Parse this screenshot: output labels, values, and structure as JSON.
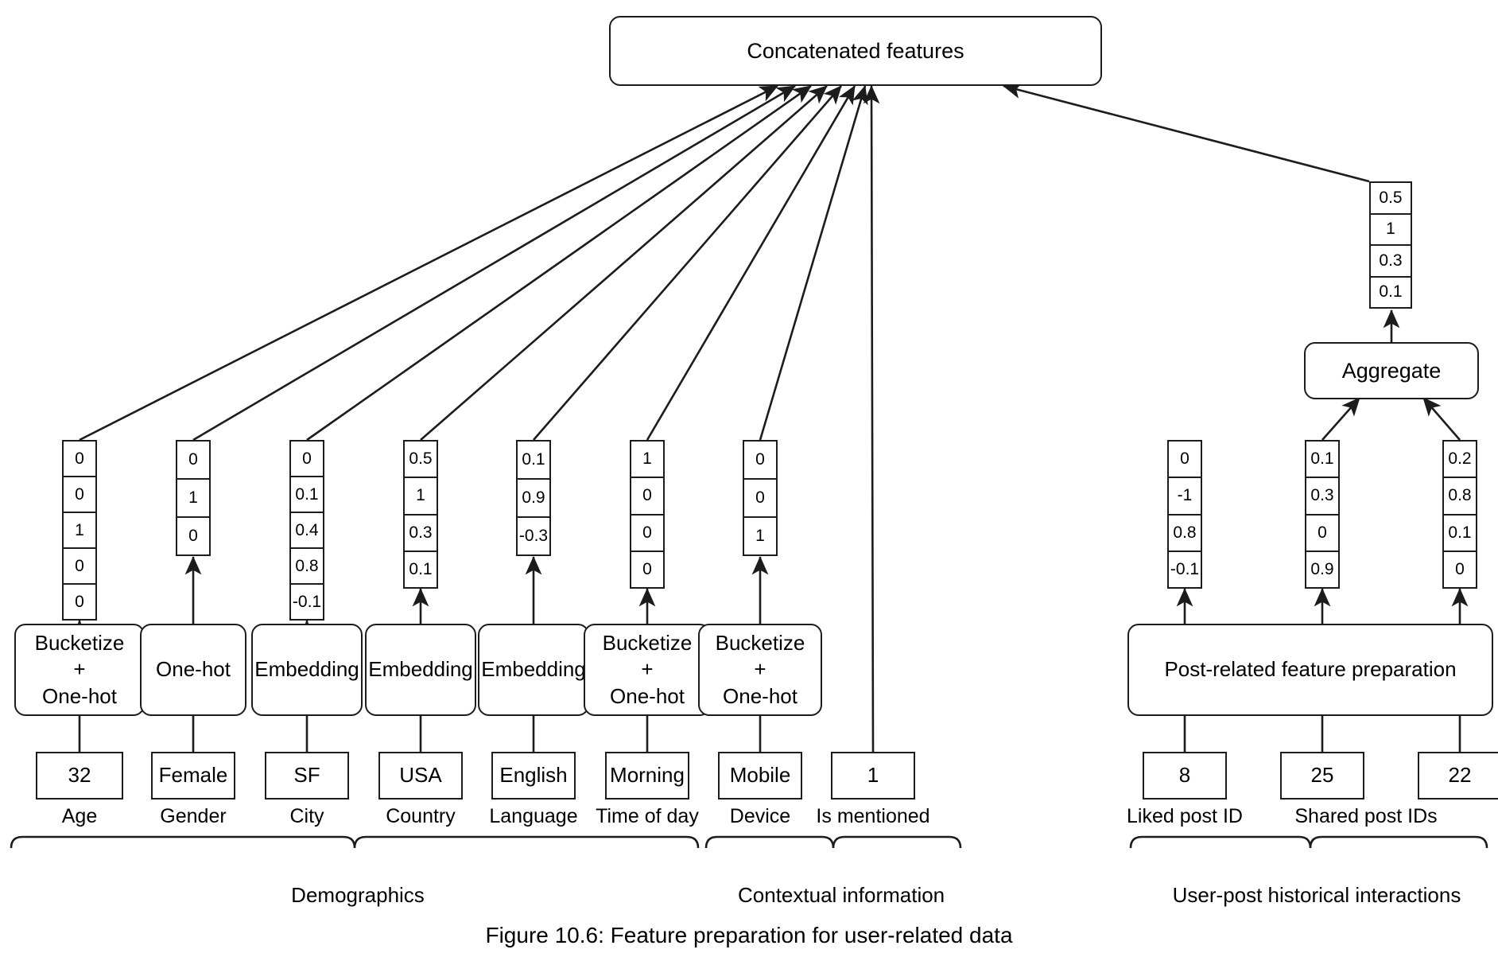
{
  "figure": {
    "caption": "Figure 10.6: Feature preparation for user-related data",
    "top_box_label": "Concatenated features",
    "aggregate_label": "Aggregate",
    "post_prep_label": "Post-related feature preparation",
    "line_color": "#1c1c1c",
    "background": "#ffffff"
  },
  "aggregate_output_vector": [
    "0.5",
    "1",
    "0.3",
    "0.1"
  ],
  "columns": [
    {
      "id": "age",
      "field_label": "Age",
      "input_value": "32",
      "processing": "Bucketize\n+\nOne-hot",
      "processing_lines": [
        "Bucketize",
        "+",
        "One-hot"
      ],
      "vector": [
        "0",
        "0",
        "1",
        "0",
        "0"
      ]
    },
    {
      "id": "gender",
      "field_label": "Gender",
      "input_value": "Female",
      "processing": "One-hot",
      "processing_lines": [
        "One-hot"
      ],
      "vector": [
        "0",
        "1",
        "0"
      ]
    },
    {
      "id": "city",
      "field_label": "City",
      "input_value": "SF",
      "processing": "Embedding",
      "processing_lines": [
        "Embedding"
      ],
      "vector": [
        "0",
        "0.1",
        "0.4",
        "0.8",
        "-0.1"
      ]
    },
    {
      "id": "country",
      "field_label": "Country",
      "input_value": "USA",
      "processing": "Embedding",
      "processing_lines": [
        "Embedding"
      ],
      "vector": [
        "0.5",
        "1",
        "0.3",
        "0.1"
      ]
    },
    {
      "id": "language",
      "field_label": "Language",
      "input_value": "English",
      "processing": "Embedding",
      "processing_lines": [
        "Embedding"
      ],
      "vector": [
        "0.1",
        "0.9",
        "-0.3"
      ]
    },
    {
      "id": "time-of-day",
      "field_label": "Time of day",
      "input_value": "Morning",
      "processing": "Bucketize\n+\nOne-hot",
      "processing_lines": [
        "Bucketize",
        "+",
        "One-hot"
      ],
      "vector": [
        "1",
        "0",
        "0",
        "0"
      ]
    },
    {
      "id": "device",
      "field_label": "Device",
      "input_value": "Mobile",
      "processing": "Bucketize\n+\nOne-hot",
      "processing_lines": [
        "Bucketize",
        "+",
        "One-hot"
      ],
      "vector": [
        "0",
        "0",
        "1"
      ]
    },
    {
      "id": "is-mentioned",
      "field_label": "Is mentioned",
      "input_value": "1",
      "processing": null,
      "processing_lines": [],
      "vector": []
    },
    {
      "id": "liked-post-id",
      "field_label": "Liked post ID",
      "input_value": "8",
      "processing": null,
      "processing_lines": [],
      "vector": [
        "0",
        "-1",
        "0.8",
        "-0.1"
      ]
    },
    {
      "id": "shared-post-id-25",
      "field_label": "Shared post IDs",
      "input_value": "25",
      "processing": null,
      "processing_lines": [],
      "vector": [
        "0.1",
        "0.3",
        "0",
        "0.9"
      ]
    },
    {
      "id": "shared-post-id-22",
      "field_label": "",
      "input_value": "22",
      "processing": null,
      "processing_lines": [],
      "vector": [
        "0.2",
        "0.8",
        "0.1",
        "0"
      ]
    }
  ],
  "groups": [
    {
      "id": "demographics",
      "label": "Demographics"
    },
    {
      "id": "contextual-information",
      "label": "Contextual information"
    },
    {
      "id": "user-post-historical-interactions",
      "label": "User-post historical interactions"
    }
  ]
}
